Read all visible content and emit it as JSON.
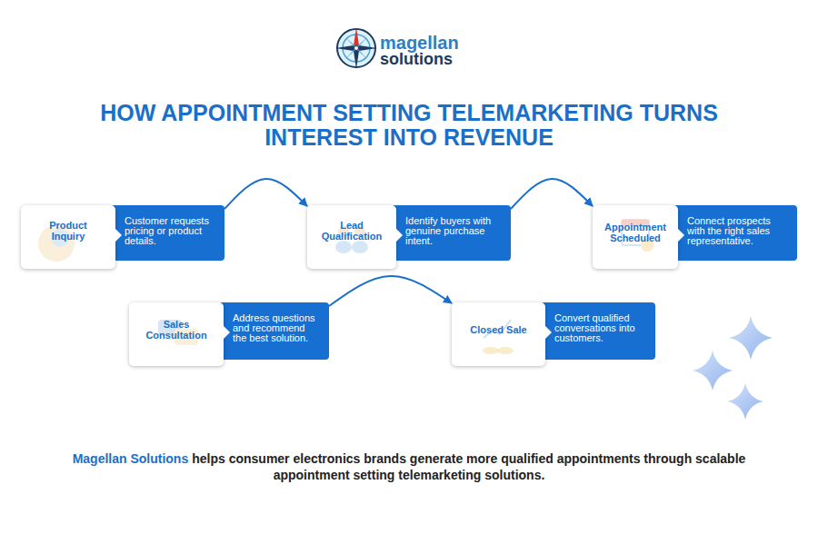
{
  "diagram": {
    "title": "HOW APPOINTMENT SETTING TELEMARKETING TURNS INTEREST INTO REVENUE",
    "caption": "helps consumer electronics brands generate more qualified appointments through scalable appointment setting telemarketing solutions.",
    "nodes": [
      {
        "text": [
          "Product Inquiry",
          "Customer requests pricing or product details."
        ]
      },
      {
        "text": [
          "Lead Qualification",
          "Identify buyers with genuine purchase intent."
        ]
      },
      {
        "text": [
          "Appointment Scheduled",
          "Connect prospects with the right sales representative."
        ]
      },
      {
        "text": [
          "Sales Consultation",
          "Address questions and recommend the best solution."
        ]
      },
      {
        "text": [
          "Closed Sale",
          "Convert qualified conversations into customers."
        ]
      }
    ],
    "edges": [
      {
        "from": 0,
        "to": 1,
        "arrow": "to"
      },
      {
        "from": 1,
        "to": 2,
        "arrow": "to"
      },
      {
        "from": 3,
        "to": 4,
        "arrow": "to"
      }
    ],
    "labels": [
      "magellan",
      "solutions",
      "Magellan Solutions"
    ]
  }
}
